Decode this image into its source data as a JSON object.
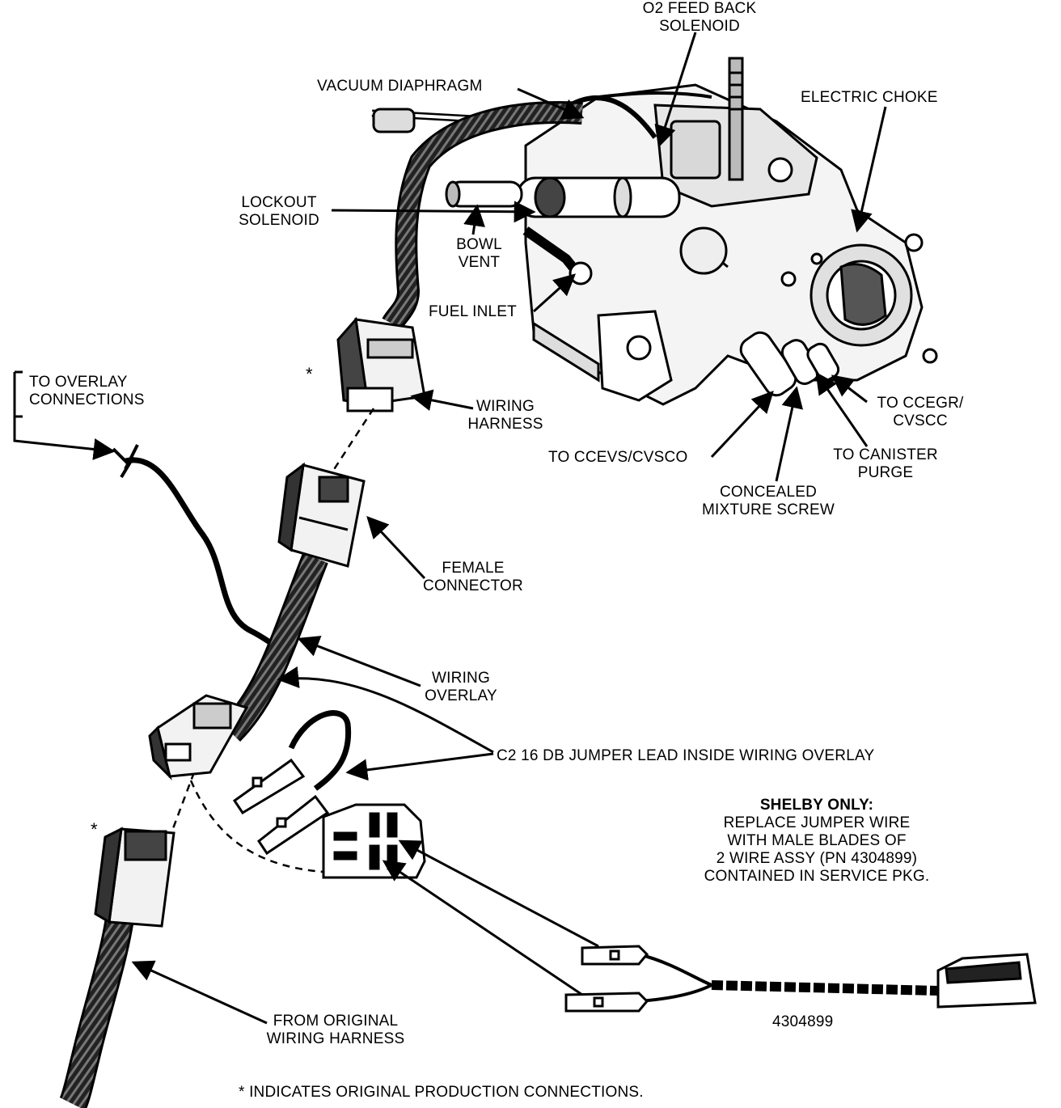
{
  "labels": {
    "o2_feedback_line1": "O2 FEED BACK",
    "o2_feedback_line2": "SOLENOID",
    "vacuum_diaphragm": "VACUUM DIAPHRAGM",
    "electric_choke": "ELECTRIC CHOKE",
    "lockout_line1": "LOCKOUT",
    "lockout_line2": "SOLENOID",
    "bowl_vent_line1": "BOWL",
    "bowl_vent_line2": "VENT",
    "fuel_inlet": "FUEL INLET",
    "overlay_conn_line1": "TO OVERLAY",
    "overlay_conn_line2": "CONNECTIONS",
    "wiring_harness_line1": "WIRING",
    "wiring_harness_line2": "HARNESS",
    "ccegr_line1": "TO CCEGR/",
    "ccegr_line2": "CVSCC",
    "canister_line1": "TO CANISTER",
    "canister_line2": "PURGE",
    "ccevs": "TO CCEVS/CVSCO",
    "mixture_line1": "CONCEALED",
    "mixture_line2": "MIXTURE SCREW",
    "female_line1": "FEMALE",
    "female_line2": "CONNECTOR",
    "overlay_line1": "WIRING",
    "overlay_line2": "OVERLAY",
    "jumper_lead": "C2 16 DB JUMPER LEAD INSIDE WIRING OVERLAY",
    "shelby_line1": "SHELBY ONLY:",
    "shelby_line2": "REPLACE JUMPER WIRE",
    "shelby_line3": "WITH MALE BLADES OF",
    "shelby_line4": "2 WIRE ASSY (PN 4304899)",
    "shelby_line5": "CONTAINED IN SERVICE PKG.",
    "part_number": "4304899",
    "from_orig_line1": "FROM ORIGINAL",
    "from_orig_line2": "WIRING HARNESS",
    "star_marker": "*",
    "footnote": "* INDICATES ORIGINAL PRODUCTION CONNECTIONS."
  }
}
